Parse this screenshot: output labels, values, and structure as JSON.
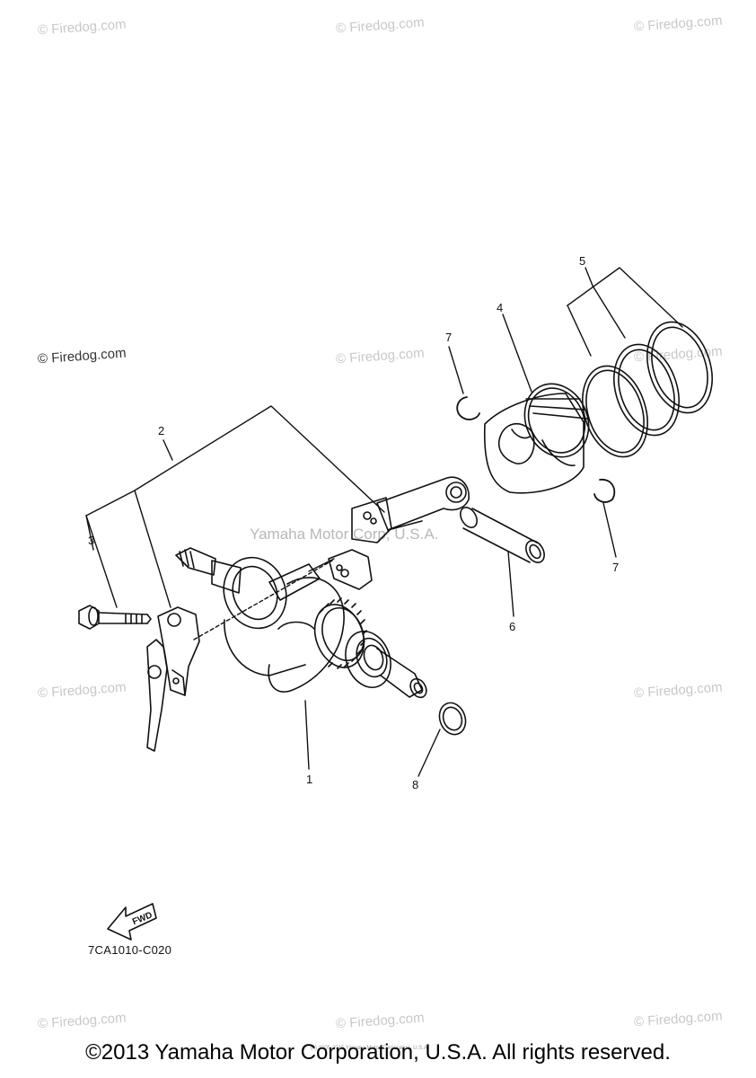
{
  "watermark": "© Firedog.com",
  "center_watermark": "Yamaha Motor Corp, U.S.A.",
  "callouts": [
    "1",
    "2",
    "3",
    "4",
    "5",
    "6",
    "7",
    "7",
    "8"
  ],
  "fwd_label": "FWD",
  "diagram_code": "7CA1010-C020",
  "small_footer": "(c) 2005-2015 Yamaha Motor Corporation, U.S.A.",
  "copyright": "©2013 Yamaha Motor Corporation, U.S.A. All rights reserved."
}
